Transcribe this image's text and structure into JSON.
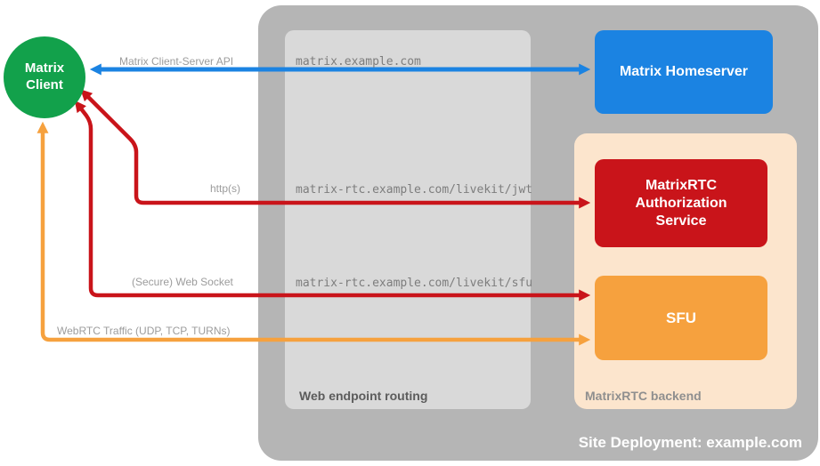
{
  "title": "Site Deployment: example.com",
  "client": {
    "label": "Matrix Client"
  },
  "homeserver": {
    "label": "Matrix Homeserver"
  },
  "routing": {
    "label": "Web endpoint routing",
    "endpoints": [
      "matrix.example.com",
      "matrix-rtc.example.com/livekit/jwt",
      "matrix-rtc.example.com/livekit/sfu"
    ]
  },
  "backend": {
    "label": "MatrixRTC backend",
    "nodes": {
      "auth": "MatrixRTC Authorization Service",
      "sfu": "SFU"
    }
  },
  "arrows": {
    "api": {
      "label": "Matrix Client-Server API"
    },
    "http": {
      "label": "http(s)"
    },
    "ws": {
      "label": "(Secure) Web Socket"
    },
    "webrtc": {
      "label": "WebRTC Traffic (UDP, TCP, TURNs)"
    }
  },
  "colors": {
    "client_green": "#12a14b",
    "homeserver_blue": "#1b83e2",
    "service_red": "#c9141a",
    "sfu_orange": "#f6a13e",
    "site_gray": "#b5b5b5",
    "routing_gray": "#d9d9d9",
    "backend_peach": "#fce5cd"
  }
}
